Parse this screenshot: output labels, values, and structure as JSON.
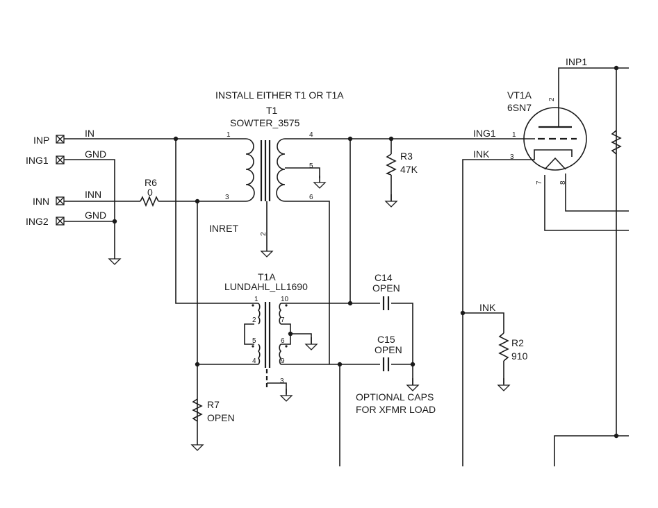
{
  "note_install": "INSTALL EITHER T1 OR T1A",
  "note_optional": [
    "OPTIONAL CAPS",
    "FOR XFMR LOAD"
  ],
  "ports": [
    {
      "name": "INP"
    },
    {
      "name": "ING1"
    },
    {
      "name": "INN"
    },
    {
      "name": "ING2"
    }
  ],
  "nets": {
    "in": "IN",
    "gnd1": "GND",
    "inn": "INN",
    "gnd2": "GND",
    "inret": "INRET",
    "ing1": "ING1",
    "ink": "INK",
    "ink2": "INK",
    "inp1": "INP1"
  },
  "components": {
    "t1": {
      "ref": "T1",
      "value": "SOWTER_3575",
      "pins": [
        "1",
        "3",
        "2",
        "4",
        "5",
        "6"
      ]
    },
    "t1a": {
      "ref": "T1A",
      "value": "LUNDAHL_LL1690",
      "pins": [
        "1",
        "2",
        "5",
        "4",
        "10",
        "7",
        "6",
        "9",
        "3"
      ]
    },
    "r6": {
      "ref": "R6",
      "value": "0"
    },
    "r3": {
      "ref": "R3",
      "value": "47K"
    },
    "r2": {
      "ref": "R2",
      "value": "910"
    },
    "r7": {
      "ref": "R7",
      "value": "OPEN"
    },
    "c14": {
      "ref": "C14",
      "value": "OPEN"
    },
    "c15": {
      "ref": "C15",
      "value": "OPEN"
    },
    "vt1a": {
      "ref": "VT1A",
      "value": "6SN7",
      "pins": [
        "2",
        "1",
        "3",
        "7",
        "8"
      ]
    }
  }
}
